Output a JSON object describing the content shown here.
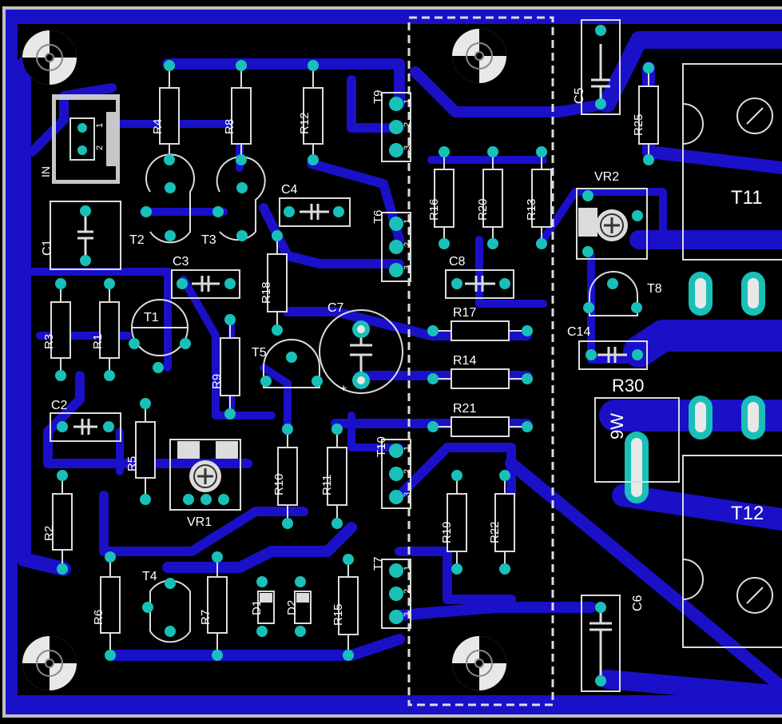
{
  "colors": {
    "background": "#000000",
    "board_border": "#c0c0c0",
    "copper": "#1a10c8",
    "pad_teal": "#18c0b8",
    "silkscreen": "#ffffff",
    "heatsink_outline": "#dcdcdc"
  },
  "labels": {
    "in": "IN",
    "c1": "C1",
    "c2": "C2",
    "c3": "C3",
    "c4": "C4",
    "c5": "C5",
    "c6": "C6",
    "c7": "C7",
    "c8": "C8",
    "c14": "C14",
    "r1": "R1",
    "r2": "R2",
    "r3": "R3",
    "r4": "R4",
    "r5": "R5",
    "r6": "R6",
    "r7": "R7",
    "r8": "R8",
    "r9": "R9",
    "r10": "R10",
    "r11": "R11",
    "r12": "R12",
    "r13": "R13",
    "r14": "R14",
    "r15": "R15",
    "r16": "R16",
    "r17": "R17",
    "r18": "R18",
    "r19": "R19",
    "r20": "R20",
    "r21": "R21",
    "r22": "R22",
    "r25": "R25",
    "r30": "R30",
    "r30_power": "9W",
    "t1": "T1",
    "t2": "T2",
    "t3": "T3",
    "t4": "T4",
    "t5": "T5",
    "t6": "T6",
    "t7": "T7",
    "t8": "T8",
    "t9": "T9",
    "t10": "T10",
    "t11": "T11",
    "t12": "T12",
    "vr1": "VR1",
    "vr2": "VR2",
    "d1": "D1",
    "d2": "D2",
    "pin1": "1",
    "pin2": "2",
    "pin3": "3",
    "polarity_plus": "+"
  }
}
